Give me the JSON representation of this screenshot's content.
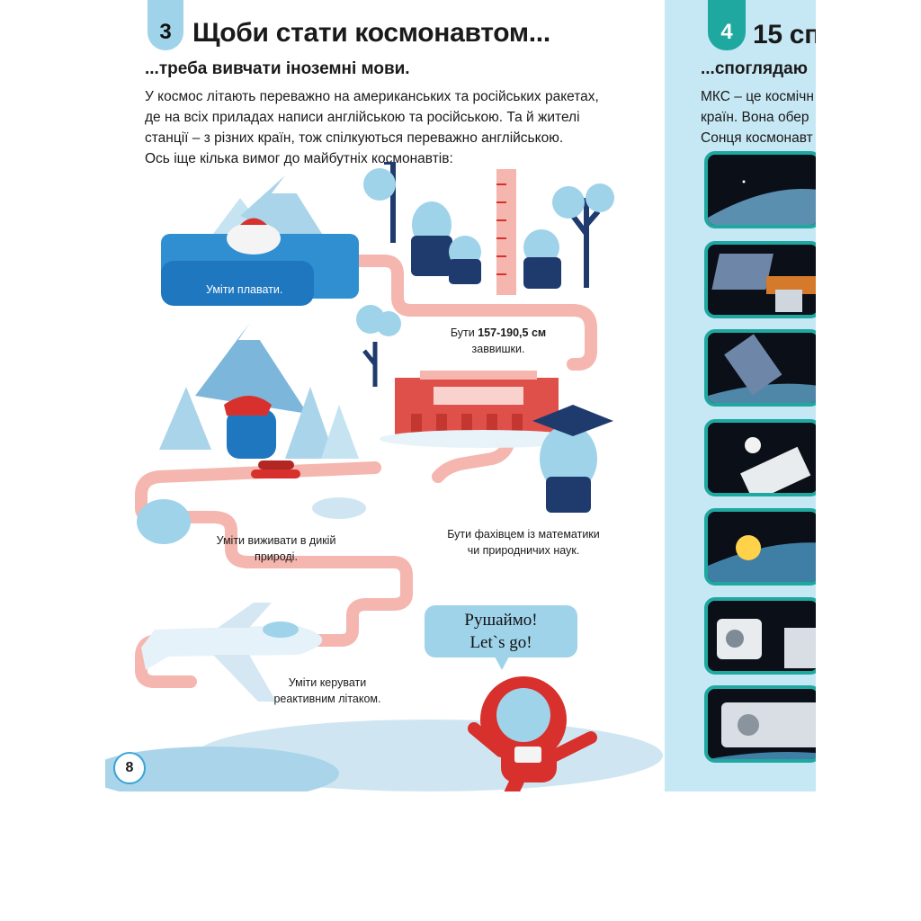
{
  "left_page": {
    "section_number": "3",
    "heading": "Щоби стати космонавтом...",
    "subheading": "...треба вивчати іноземні мови.",
    "intro_lines": [
      "У космос літають переважно на американських та російських ракетах,",
      "де на всіх приладах написи англійською та російською. Та й жителі",
      "станції – з різних країн, тож спілкуються переважно англійською.",
      "Ось іще кілька вимог до майбутніх космонавтів:"
    ],
    "requirements": {
      "swim": "Уміти плавати.",
      "height_prefix": "Бути ",
      "height_value": "157-190,5 см",
      "height_suffix": "заввишки.",
      "survive_line1": "Уміти виживати в дикій",
      "survive_line2": "природі.",
      "science_line1": "Бути фахівцем із математики",
      "science_line2": "чи природничих наук.",
      "jet_line1": "Уміти керувати",
      "jet_line2": "реактивним літаком."
    },
    "speech": {
      "line1": "Рушаймо!",
      "line2": "Let`s go!"
    },
    "page_number": "8"
  },
  "right_page": {
    "section_number": "4",
    "heading": "15 сп",
    "subheading": "...споглядаю",
    "intro_lines": [
      "МКС – це космічн",
      "країн. Вона обер",
      "Сонця космонавт"
    ]
  },
  "colors": {
    "light_blue": "#9fd3ea",
    "teal": "#1fa8a0",
    "path_pink": "#f4b6ae",
    "water_blue": "#3aa3d8",
    "suit_red": "#d8302c",
    "right_bg": "#c6e8f4"
  }
}
